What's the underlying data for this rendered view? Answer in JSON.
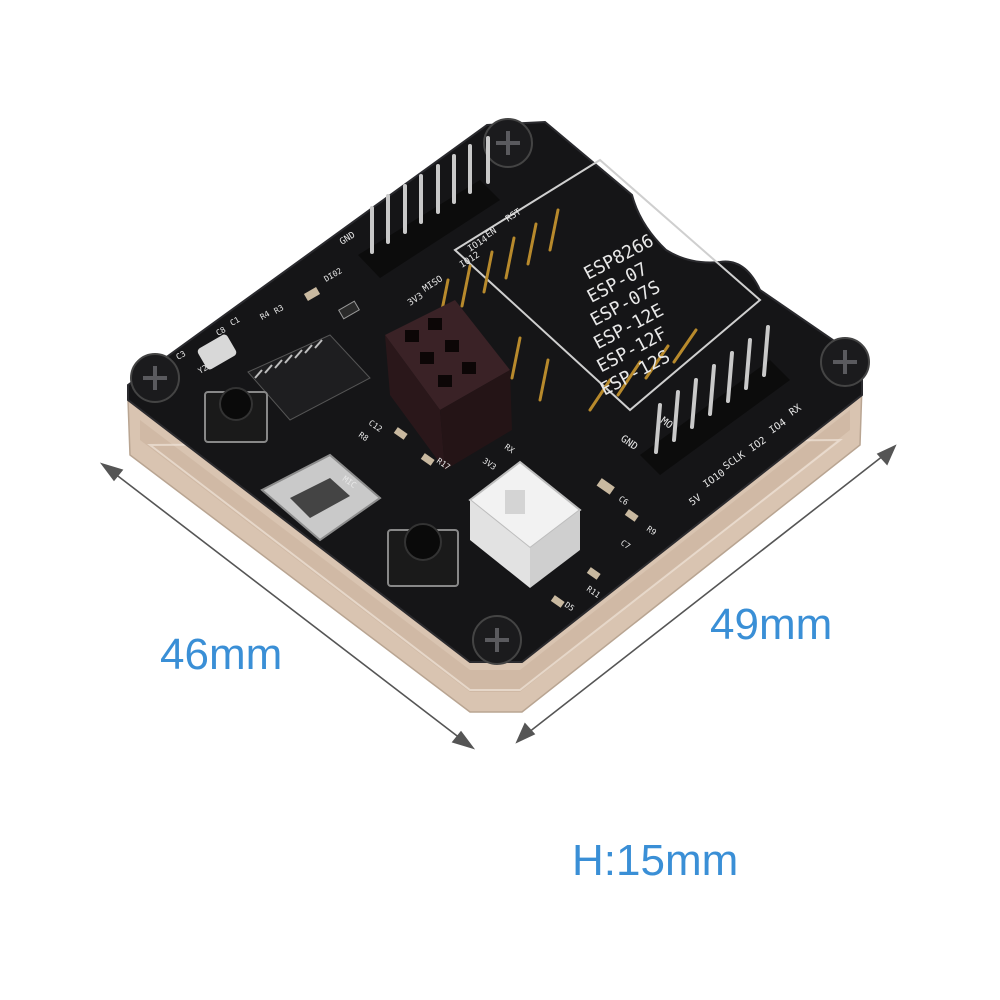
{
  "dimensions": {
    "width_label": "46mm",
    "depth_label": "49mm",
    "height_label": "H:15mm"
  },
  "board": {
    "module_list": [
      "ESP8266",
      "ESP-07",
      "ESP-07S",
      "ESP-12E",
      "ESP-12F",
      "ESP-12S"
    ],
    "left_header_labels": [
      "GND",
      "IO14",
      "IO12",
      "MISO",
      "3V3",
      "RST",
      "EN"
    ],
    "right_header_labels": [
      "RX",
      "IO4",
      "IO2",
      "SCLK",
      "IO10",
      "5V",
      "GND",
      "MO"
    ],
    "component_labels": [
      "DI02",
      "C1",
      "C8",
      "C3",
      "Y2",
      "R4",
      "R3",
      "C12",
      "R8",
      "R17",
      "RX",
      "3V3",
      "MIC",
      "C6",
      "R9",
      "C7",
      "R11",
      "D5"
    ]
  },
  "colors": {
    "accent": "#3a8fd6",
    "pcb": "#141416",
    "acrylic": "#d8c3b0"
  }
}
